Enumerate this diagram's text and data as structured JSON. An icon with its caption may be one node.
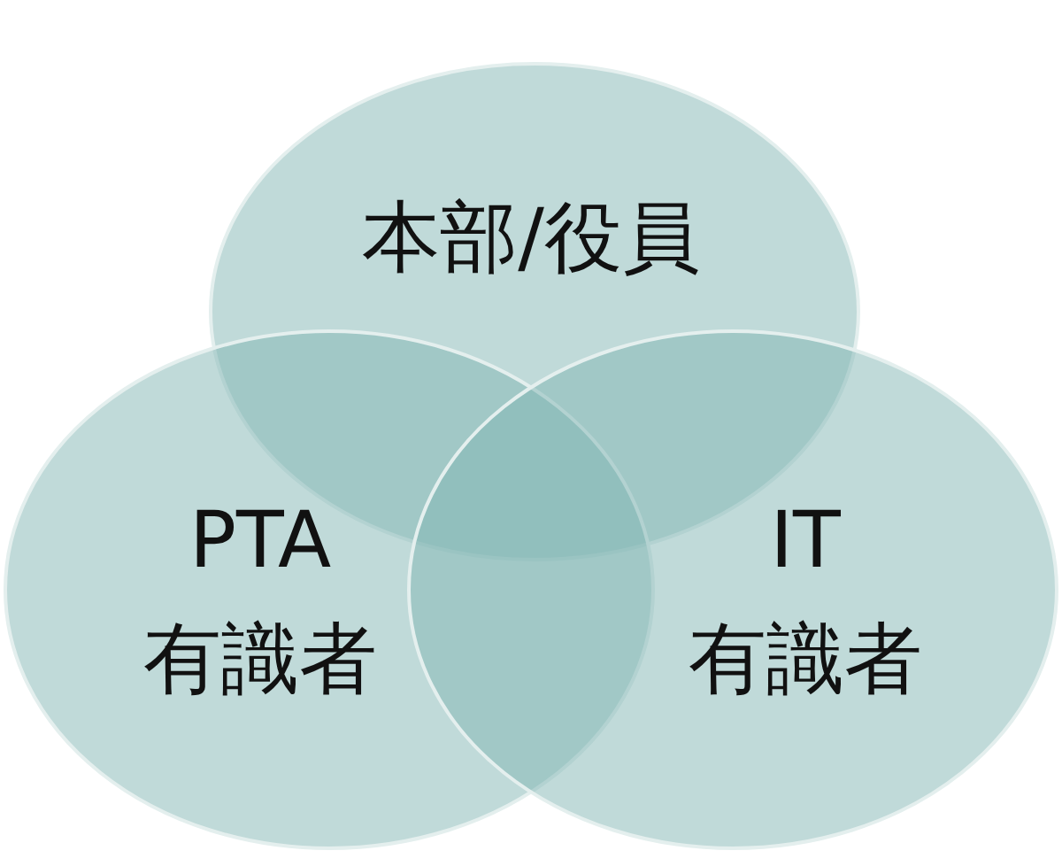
{
  "diagram": {
    "nodes": [
      {
        "text": [
          "本部/役員"
        ]
      },
      {
        "text": [
          "PTA",
          "有識者"
        ]
      },
      {
        "text": [
          "IT",
          "有識者"
        ]
      }
    ]
  }
}
